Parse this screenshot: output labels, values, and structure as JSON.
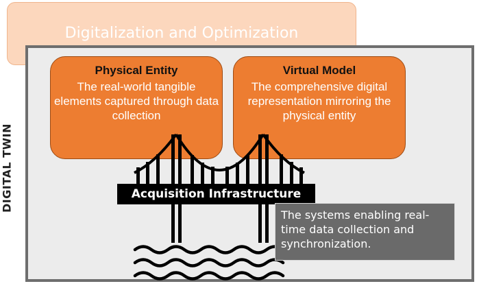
{
  "banner": {
    "title": "Digitalization and Optimization"
  },
  "frame": {
    "label": "DIGITAL TWIN"
  },
  "physical_entity": {
    "title": "Physical Entity",
    "description": "The real-world tangible elements captured through data collection"
  },
  "virtual_model": {
    "title": "Virtual Model",
    "description": "The comprehensive digital representation mirroring the physical entity"
  },
  "acquisition": {
    "title": "Acquisition Infrastructure",
    "description": "The systems enabling real-time data collection and synchronization."
  },
  "colors": {
    "banner_fill": "#fcd7bd",
    "card_fill": "#ed7d31",
    "frame_fill": "#ececec",
    "frame_border": "#6e6e6e",
    "label_fill": "#000000",
    "desc_fill": "#6a6a6a"
  },
  "icons": {
    "bridge": "bridge-icon",
    "water": "water-waves-icon"
  }
}
